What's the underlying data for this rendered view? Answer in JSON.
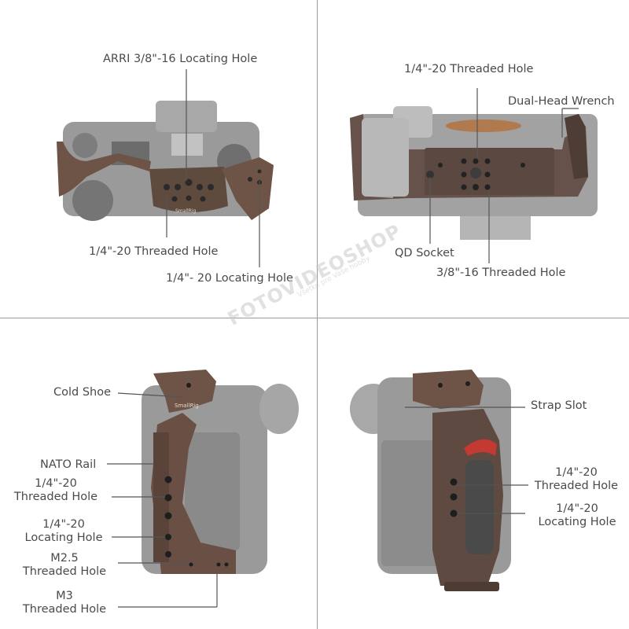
{
  "panels": {
    "top_left": {
      "labels": {
        "arri": "ARRI 3/8\"-16 Locating Hole",
        "threaded": "1/4\"-20 Threaded Hole",
        "locating": "1/4\"- 20 Locating Hole"
      },
      "cage_text": "SmallRig"
    },
    "top_right": {
      "labels": {
        "threaded": "1/4\"-20 Threaded Hole",
        "wrench": "Dual-Head Wrench",
        "qd": "QD Socket",
        "threaded38": "3/8\"-16 Threaded Hole"
      }
    },
    "bottom_left": {
      "labels": {
        "cold_shoe": "Cold Shoe",
        "nato": "NATO Rail",
        "threaded_1": "1/4\"-20",
        "threaded_2": "Threaded Hole",
        "locating_1": "1/4\"-20",
        "locating_2": "Locating Hole",
        "m25_1": "M2.5",
        "m25_2": "Threaded Hole",
        "m3_1": "M3",
        "m3_2": "Threaded Hole"
      },
      "cage_text": "SmallRig"
    },
    "bottom_right": {
      "labels": {
        "strap": "Strap Slot",
        "threaded_1": "1/4\"-20",
        "threaded_2": "Threaded Hole",
        "locating_1": "1/4\"-20",
        "locating_2": "Locating Hole"
      }
    }
  },
  "watermark": {
    "main": "FOTOVIDEOSHOP",
    "sub": "Všetko pre Vaše hobby"
  },
  "colors": {
    "camera_gray": "#8f8f8f",
    "cage_bronze": "#6e5446",
    "text": "#4a4a4a",
    "divider": "#9a9a9a"
  }
}
